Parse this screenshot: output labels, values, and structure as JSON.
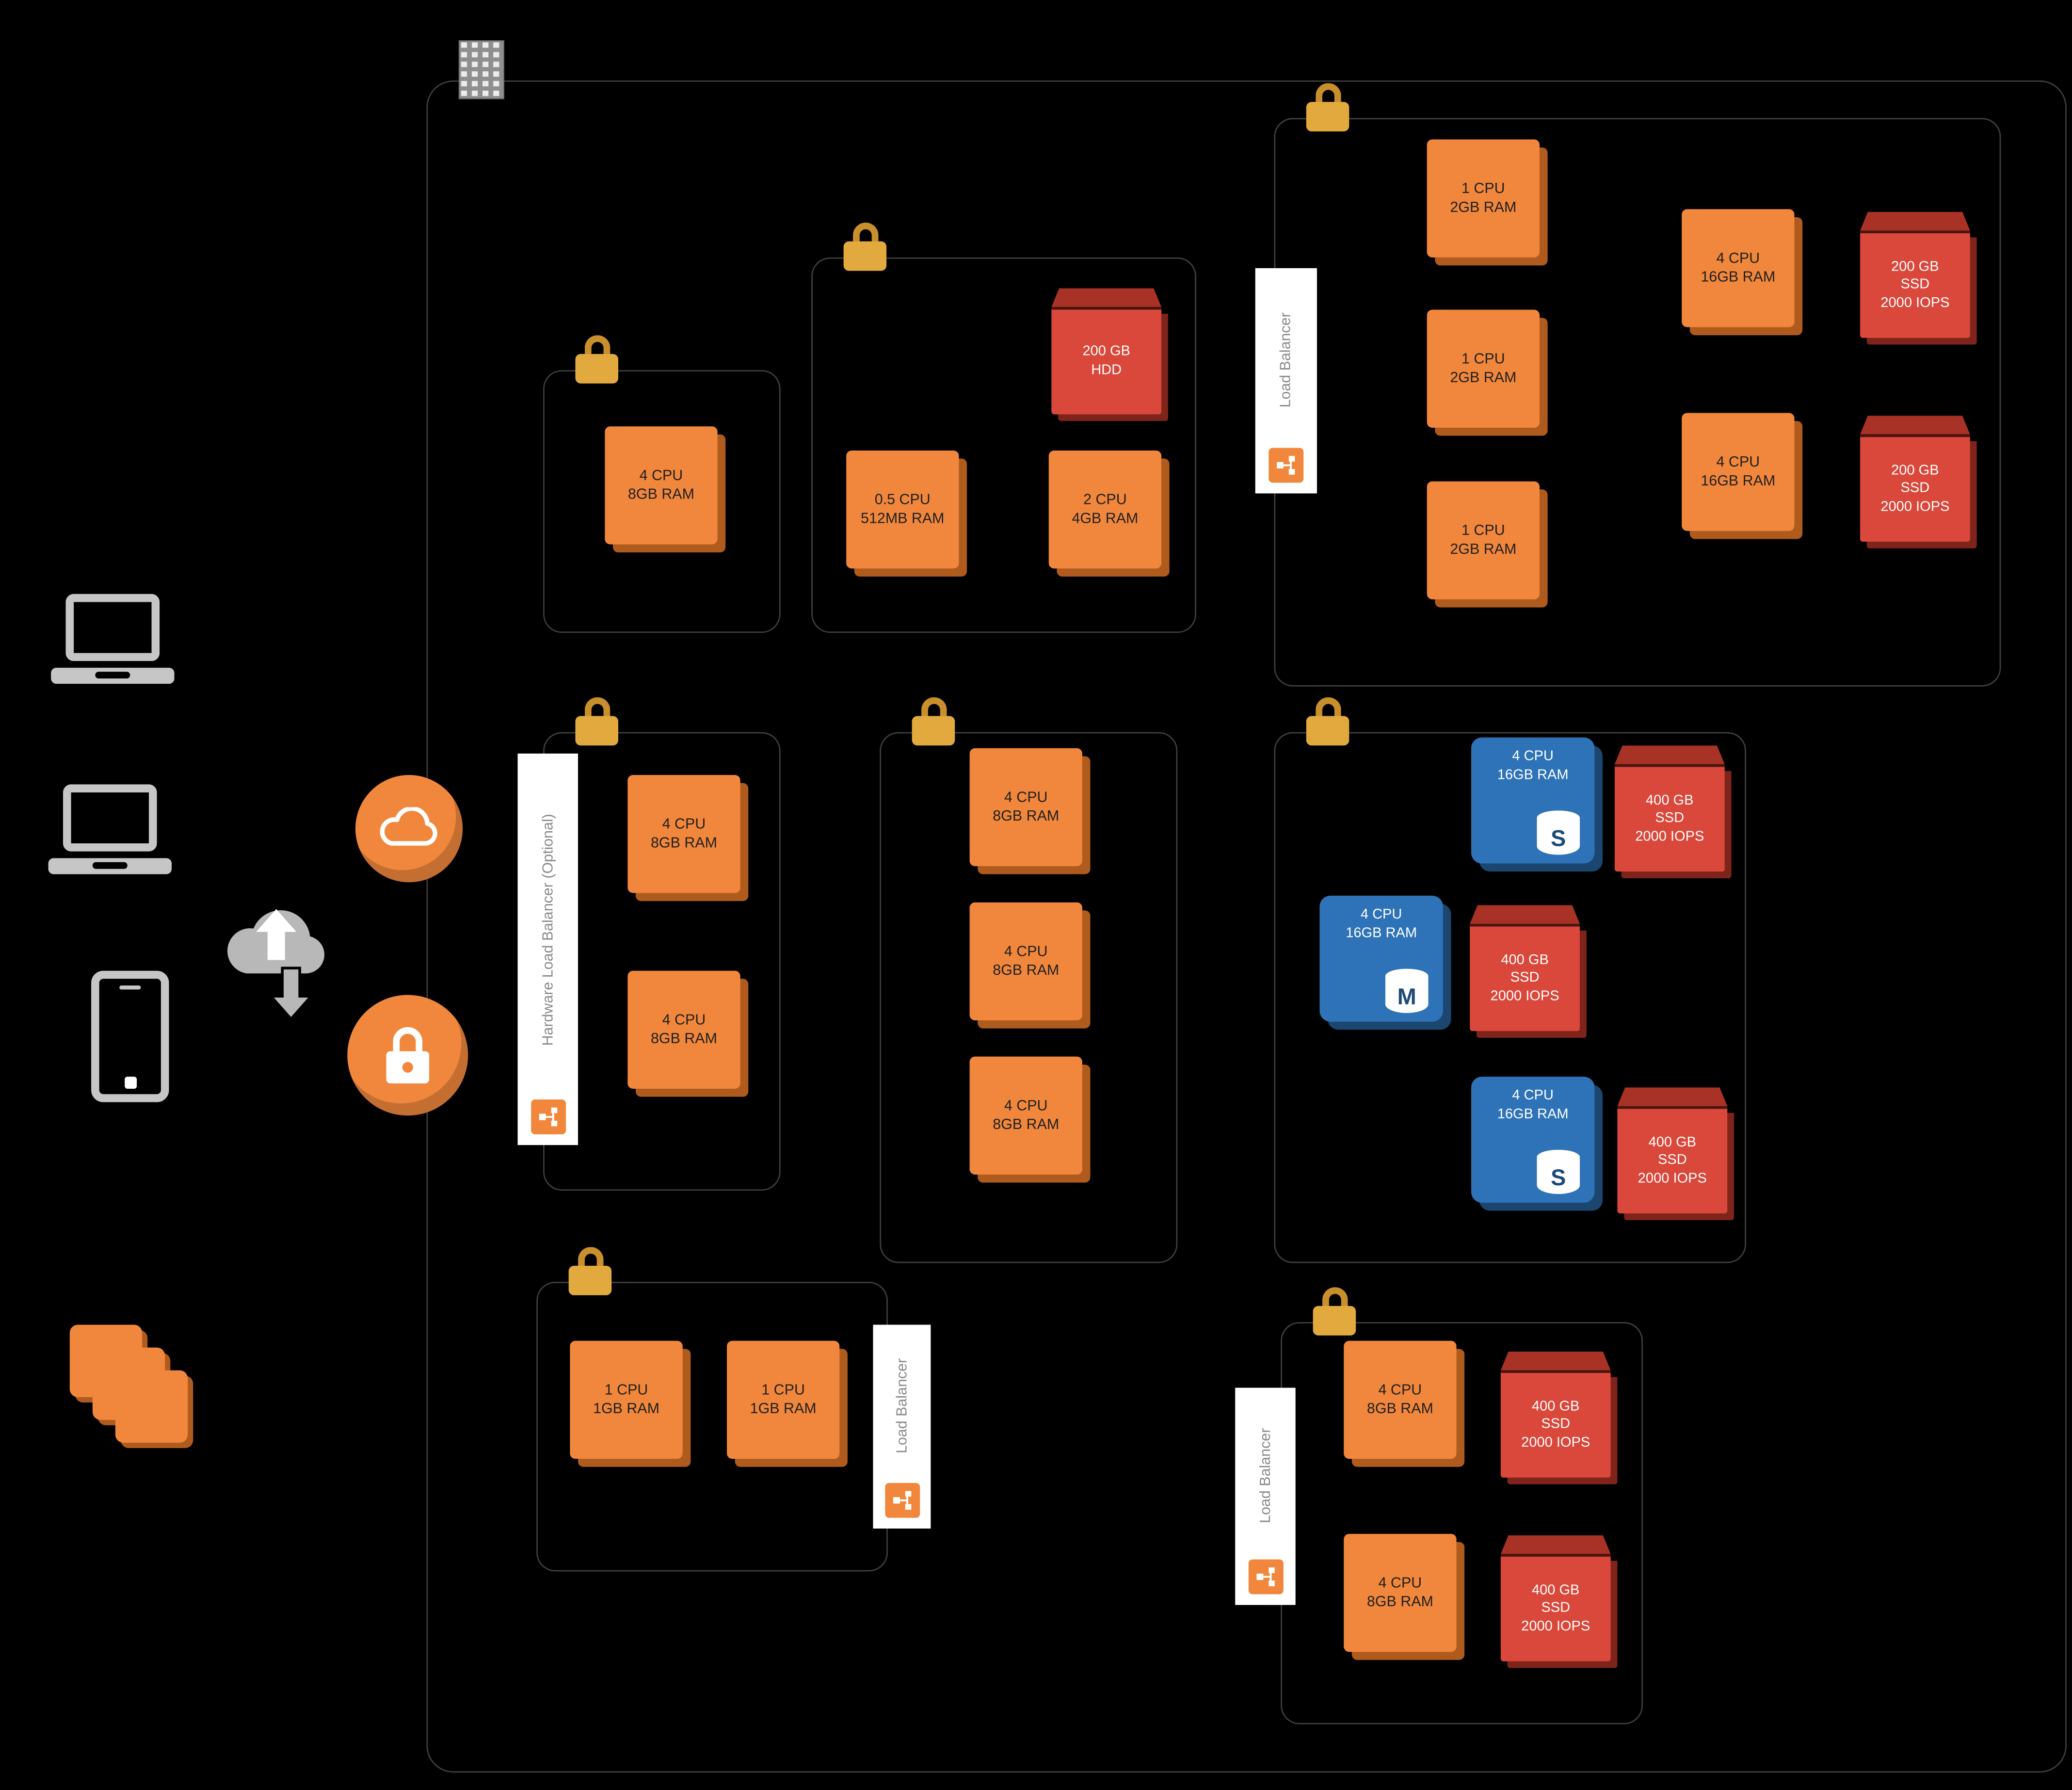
{
  "colors": {
    "background": "#000000",
    "compute_orange": "#F0873C",
    "compute_shadow": "#AF5B1E",
    "storage_red": "#D9483B",
    "storage_top_red": "#A93226",
    "database_blue": "#2E73B8",
    "database_shadow": "#1B466F",
    "lock_gold": "#E2A93F",
    "boundary_border": "#3F3F3F",
    "label_bg": "#FFFFFF",
    "label_text": "#8A8A8A",
    "client_gray": "#C6C6C6"
  },
  "icons": {
    "datacenter": "building-icon",
    "group_lock": "lock-icon",
    "load_balancer": "network-nodes-icon",
    "cdn": "cloud-icon",
    "security": "lock-icon",
    "gateway": "cloud-transfer-icon",
    "clients": [
      "laptop-icon",
      "laptop-icon",
      "smartphone-icon"
    ],
    "instances": "instance-stack-icon",
    "database": "database-cylinder-icon"
  },
  "groups": {
    "a": {
      "nodes": {
        "compute1": "4 CPU\n8GB RAM"
      }
    },
    "b": {
      "nodes": {
        "storage1": "200 GB\nHDD",
        "compute1": "0.5 CPU\n512MB RAM",
        "compute2": "2 CPU\n4GB RAM"
      }
    },
    "c": {
      "label": "Load Balancer",
      "nodes": {
        "web1": "1 CPU\n2GB RAM",
        "web2": "1 CPU\n2GB RAM",
        "web3": "1 CPU\n2GB RAM",
        "app1": "4 CPU\n16GB RAM",
        "app2": "4 CPU\n16GB RAM",
        "ssd1": "200 GB\nSSD\n2000 IOPS",
        "ssd2": "200 GB\nSSD\n2000 IOPS"
      }
    },
    "d": {
      "label": "Hardware Load Balancer (Optional)",
      "nodes": {
        "compute1": "4 CPU\n8GB RAM",
        "compute2": "4 CPU\n8GB RAM"
      }
    },
    "e": {
      "nodes": {
        "compute1": "4 CPU\n8GB RAM",
        "compute2": "4 CPU\n8GB RAM",
        "compute3": "4 CPU\n8GB RAM"
      }
    },
    "f": {
      "nodes": {
        "db1": {
          "label": "4 CPU\n16GB RAM",
          "letter": "S"
        },
        "ssd1": "400 GB\nSSD\n2000 IOPS",
        "db2": {
          "label": "4 CPU\n16GB RAM",
          "letter": "M"
        },
        "ssd2": "400 GB\nSSD\n2000 IOPS",
        "db3": {
          "label": "4 CPU\n16GB RAM",
          "letter": "S"
        },
        "ssd3": "400 GB\nSSD\n2000 IOPS"
      }
    },
    "g": {
      "label": "Load Balancer",
      "nodes": {
        "compute1": "1 CPU\n1GB RAM",
        "compute2": "1 CPU\n1GB RAM"
      }
    },
    "h": {
      "label": "Load Balancer",
      "nodes": {
        "compute1": "4 CPU\n8GB RAM",
        "compute2": "4 CPU\n8GB RAM",
        "ssd1": "400 GB\nSSD\n2000 IOPS",
        "ssd2": "400 GB\nSSD\n2000 IOPS"
      }
    }
  }
}
